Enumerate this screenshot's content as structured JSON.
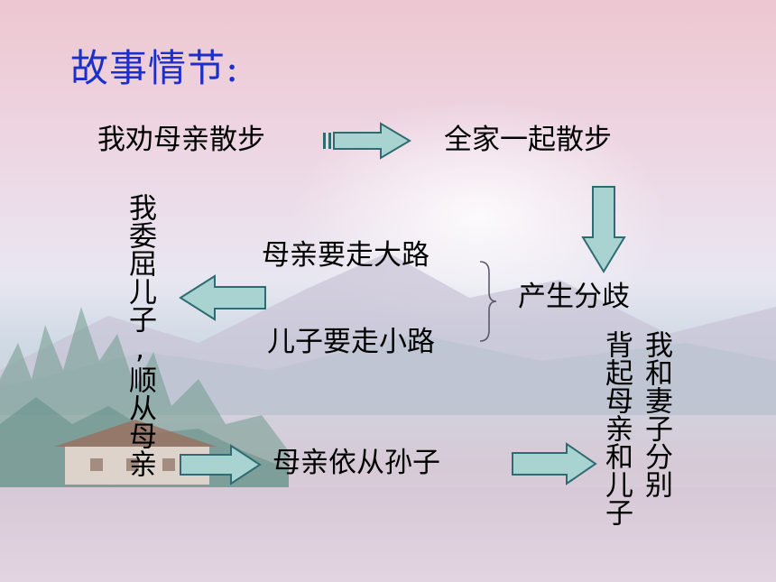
{
  "slide": {
    "title": "故事情节:",
    "nodes": {
      "persuade_mother": "我劝母亲散步",
      "family_walk": "全家一起散步",
      "divergence": "产生分歧",
      "mother_big_road": "母亲要走大路",
      "son_small_road": "儿子要走小路",
      "wrong_son_obey_mother": "我委屈儿子,顺从母亲",
      "mother_follows_grandson": "母亲依从孙子",
      "husband_wife_split": "我和妻子分别",
      "carry_mother_son": "背起母亲和儿子"
    }
  },
  "colors": {
    "title": "#1c2fc8",
    "arrow_fill": "#a9d3d0",
    "arrow_stroke": "#2f6b73"
  }
}
